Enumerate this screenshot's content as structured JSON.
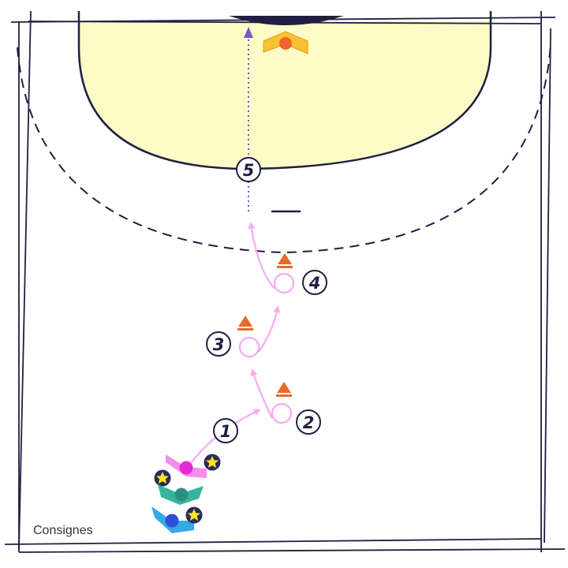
{
  "diagram": {
    "caption": "Consignes",
    "step_numbers": [
      "1",
      "2",
      "3",
      "4",
      "5"
    ],
    "colors": {
      "line": "#1f1f44",
      "goal_area": "#fdfbc6",
      "path": "#f7a9f2",
      "shot": "#6a5acd",
      "cone": "#e86a2a",
      "keeper": "#f7c233",
      "player_pink": "#f48ee8",
      "player_green": "#37b59b",
      "player_blue": "#36a8e6",
      "ball": "#ffe71f"
    },
    "icons": [
      "goalkeeper-icon",
      "cone-icon",
      "player-icon",
      "ball-icon",
      "star-icon"
    ]
  }
}
